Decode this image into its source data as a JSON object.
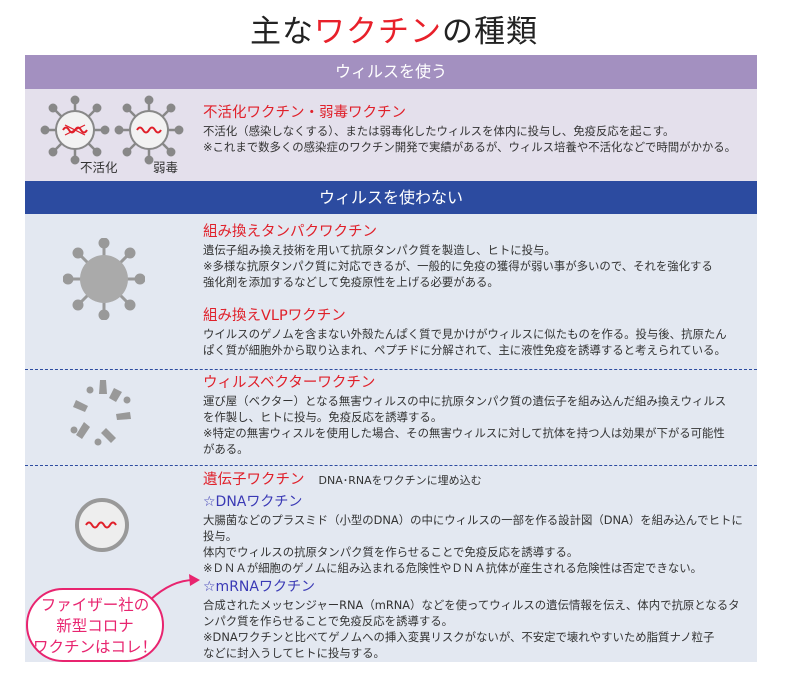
{
  "title": {
    "before": "主な",
    "highlight": "ワクチン",
    "after": "の種類"
  },
  "sections": {
    "with_virus": "ウィルスを使う",
    "without_virus": "ウィルスを使わない"
  },
  "inactivated": {
    "heading": "不活化ワクチン・弱毒ワクチン",
    "lines": [
      "不活化（感染しなくする）、または弱毒化したウィルスを体内に投与し、免疫反応を起こす。",
      "※これまで数多くの感染症のワクチン開発で実績があるが、ウィルス培養や不活化などで時間がかかる。"
    ],
    "caption_left": "不活化",
    "caption_right": "弱毒"
  },
  "recombinant": {
    "heading": "組み換えタンパクワクチン",
    "lines": [
      "遺伝子組み換え技術を用いて抗原タンパク質を製造し、ヒトに投与。",
      "※多様な抗原タンパク質に対応できるが、一般的に免疫の獲得が弱い事が多いので、それを強化する",
      "強化剤を添加するなどして免疫原性を上げる必要がある。"
    ]
  },
  "vlp": {
    "heading": "組み換えVLPワクチン",
    "lines": [
      "ウイルスのゲノムを含まない外殻たんぱく質で見かけがウィルスに似たものを作る。投与後、抗原たん",
      "ぱく質が細胞外から取り込まれ、ペプチドに分解されて、主に液性免疫を誘導すると考えられている。"
    ]
  },
  "vector": {
    "heading": "ウィルスベクターワクチン",
    "lines": [
      "運び屋（ベクター）となる無害ウィルスの中に抗原タンパク質の遺伝子を組み込んだ組み換えウィルス",
      "を作製し、ヒトに投与。免疫反応を誘導する。",
      "※特定の無害ウィスルを使用した場合、その無害ウィルスに対して抗体を持つ人は効果が下がる可能性",
      "がある。"
    ]
  },
  "genetic": {
    "heading": "遺伝子ワクチン",
    "note": "DNA･RNAをワクチンに埋め込む",
    "dna": {
      "heading": "☆DNAワクチン",
      "lines": [
        "大腸菌などのプラスミド（小型のDNA）の中にウィルスの一部を作る設計図（DNA）を組み込んでヒトに",
        "投与。",
        "体内でウィルスの抗原タンパク質を作らせることで免疫反応を誘導する。",
        "※ＤＮＡが細胞のゲノムに組み込まれる危険性やＤＮＡ抗体が産生される危険性は否定できない。"
      ]
    },
    "mrna": {
      "heading": "☆mRNAワクチン",
      "lines": [
        "合成されたメッセンジャーRNA（mRNA）などを使ってウィルスの遺伝情報を伝え、体内で抗原となるタ",
        "ンパク質を作らせることで免疫反応を誘導する。",
        "※DNAワクチンと比べてゲノムへの挿入変異リスクがないが、不安定で壊れやすいため脂質ナノ粒子",
        "などに封入うしてヒトに投与する。"
      ]
    }
  },
  "callout": {
    "lines": [
      "ファイザー社の",
      "新型コロナ",
      "ワクチンはコレ！"
    ]
  },
  "colors": {
    "accent_red": "#e0202a",
    "purple": "#a390c0",
    "navy": "#2c4ba0",
    "pink": "#e8246f",
    "sub_blue": "#3a39b5"
  }
}
